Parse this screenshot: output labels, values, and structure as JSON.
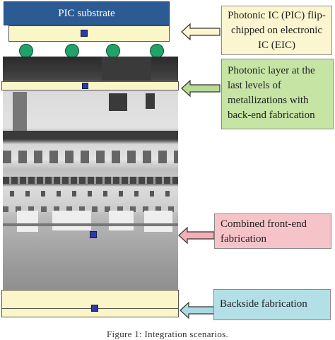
{
  "diagram": {
    "pic_substrate_label": "PIC substrate",
    "callouts": {
      "pic": "Photonic IC (PIC) flip-chipped on electronic IC (EIC)",
      "photonic_layer": "Photonic layer at the last levels of metallizations with back-end fabrication",
      "combined": "Combined front-end fabrication",
      "backside": "Backside fabrication"
    },
    "caption": "Figure 1: Integration scenarios.",
    "colors": {
      "pic_substrate": "#2c5a92",
      "photonic_layer": "#fbf6c8",
      "waveguide": "#2f3aa6",
      "bump": "#1fa36a",
      "callout_pic": "#fbf6cf",
      "callout_photonic": "#c6e4a4",
      "callout_combined": "#f6c3c8",
      "callout_backside": "#b3dfe6",
      "arrow_pic": "#fbf6cf",
      "arrow_photonic": "#b9dc93",
      "arrow_combined": "#f3aeb6",
      "arrow_backside": "#a9dbe3"
    },
    "icons": {
      "bump": "solder-bump-circle",
      "waveguide": "waveguide-square",
      "arrow": "block-arrow-left"
    }
  }
}
